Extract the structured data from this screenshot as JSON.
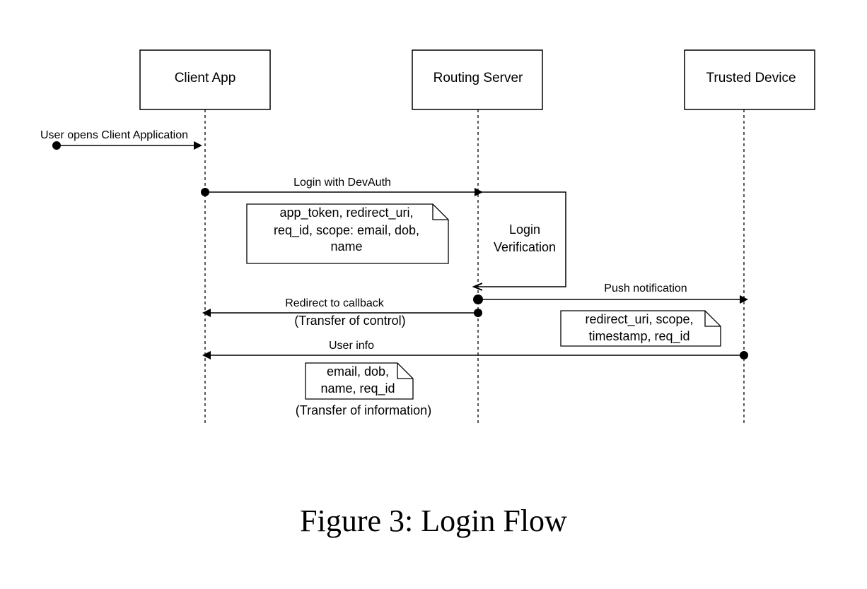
{
  "caption": "Figure 3: Login Flow",
  "participants": {
    "client": "Client App",
    "routing": "Routing Server",
    "device": "Trusted Device"
  },
  "messages": {
    "user_opens": "User opens Client Application",
    "login": "Login with DevAuth",
    "login_verification": [
      "Login",
      "Verification"
    ],
    "push": "Push notification",
    "redirect": "Redirect to callback",
    "redirect_sub": "(Transfer of control)",
    "user_info": "User info",
    "user_info_sub": "(Transfer of information)"
  },
  "notes": {
    "login_params": [
      "app_token, redirect_uri,",
      "req_id, scope: email, dob,",
      "name"
    ],
    "push_params": [
      "redirect_uri, scope,",
      "timestamp, req_id"
    ],
    "user_info_params": [
      "email, dob,",
      "name, req_id"
    ]
  }
}
